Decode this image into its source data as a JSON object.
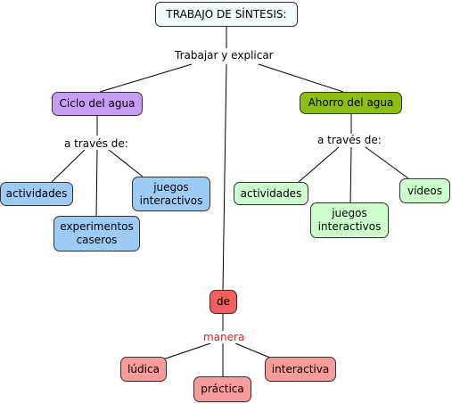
{
  "colors": {
    "root": "#f2fbfc",
    "purple": "#c89cf2",
    "olive": "#8cbf10",
    "blue": "#9ccbf6",
    "green": "#ccffcc",
    "red_node": "#f06060",
    "pink_node": "#f79b9b",
    "red_text": "#e02020",
    "line": "#000000"
  },
  "map": {
    "root": "TRABAJO DE SÍNTESIS:",
    "root_link": "Trabajar y explicar",
    "left": {
      "title": "Ciclo del agua",
      "link": "a través de:",
      "items": [
        "actividades",
        "experimentos caseros",
        "juegos interactivos"
      ]
    },
    "right": {
      "title": "Ahorro del agua",
      "link": "a través de:",
      "items": [
        "actividades",
        "juegos interactivos",
        "vídeos"
      ]
    },
    "bottom": {
      "title": "de",
      "link": "manera",
      "items": [
        "lúdica",
        "práctica",
        "interactiva"
      ]
    }
  }
}
